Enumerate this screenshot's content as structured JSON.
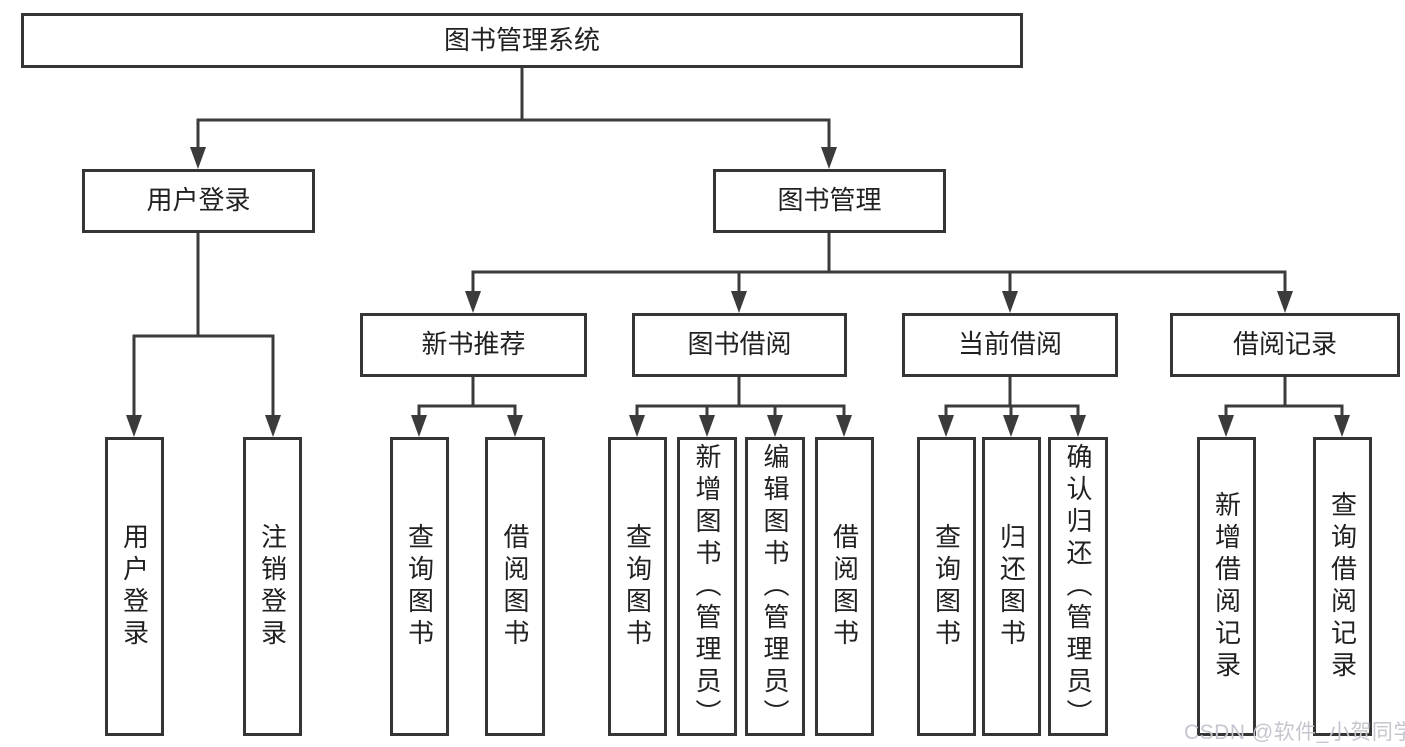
{
  "title": "图书管理系统",
  "watermark": "CSDN @软件_小贺同学",
  "colors": {
    "background": "#ffffff",
    "box_border": "#353535",
    "line": "#3b3b3b",
    "text": "#212121",
    "watermark": "#c5c6cf"
  },
  "nodes": {
    "root": "图书管理系统",
    "user_login": "用户登录",
    "book_mgmt": "图书管理",
    "new_book_rec": "新书推荐",
    "book_borrow": "图书借阅",
    "current_borrow": "当前借阅",
    "borrow_record": "借阅记录",
    "user_login_leaf": "用户登录",
    "logout": "注销登录",
    "rec_query": "查询图书",
    "rec_borrow": "借阅图书",
    "bb_query": "查询图书",
    "bb_add": "新增图书（管理员）",
    "bb_edit": "编辑图书（管理员）",
    "bb_borrow": "借阅图书",
    "cb_query": "查询图书",
    "cb_return": "归还图书",
    "cb_confirm": "确认归还（管理员）",
    "br_add": "新增借阅记录",
    "br_query": "查询借阅记录"
  },
  "hierarchy": {
    "id": "root",
    "children": [
      {
        "id": "user_login",
        "children": [
          {
            "id": "user_login_leaf"
          },
          {
            "id": "logout"
          }
        ]
      },
      {
        "id": "book_mgmt",
        "children": [
          {
            "id": "new_book_rec",
            "children": [
              {
                "id": "rec_query"
              },
              {
                "id": "rec_borrow"
              }
            ]
          },
          {
            "id": "book_borrow",
            "children": [
              {
                "id": "bb_query"
              },
              {
                "id": "bb_add"
              },
              {
                "id": "bb_edit"
              },
              {
                "id": "bb_borrow"
              }
            ]
          },
          {
            "id": "current_borrow",
            "children": [
              {
                "id": "cb_query"
              },
              {
                "id": "cb_return"
              },
              {
                "id": "cb_confirm"
              }
            ]
          },
          {
            "id": "borrow_record",
            "children": [
              {
                "id": "br_add"
              },
              {
                "id": "br_query"
              }
            ]
          }
        ]
      }
    ]
  }
}
